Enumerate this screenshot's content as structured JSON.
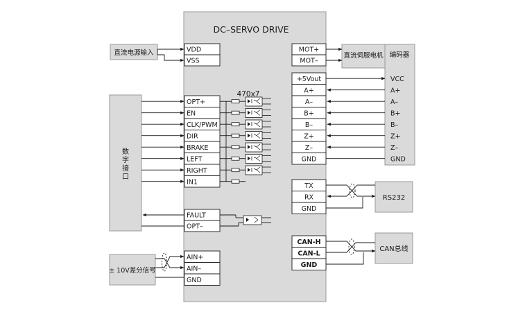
{
  "drive": {
    "title": "DC–SERVO DRIVE",
    "opto_label": "470x7"
  },
  "blocks": {
    "power_input": "直流电源输入",
    "digital_interface": "数字接口",
    "analog_input": "± 10V差分信号",
    "motor": "直流伺服电机",
    "encoder": "编码器",
    "rs232": "RS232",
    "can_bus": "CAN总线"
  },
  "terminals": {
    "power": [
      "VDD",
      "VSS"
    ],
    "inputs": [
      "OPT+",
      "EN",
      "CLK/PWM",
      "DIR",
      "BRAKE",
      "LEFT",
      "RIGHT",
      "IN1"
    ],
    "outputs": [
      "FAULT",
      "OPT–"
    ],
    "analog": [
      "AIN+",
      "AIN–",
      "GND"
    ],
    "motor": [
      "MOT+",
      "MOT–"
    ],
    "encoder_drive": [
      "+5Vout",
      "A+",
      "A–",
      "B+",
      "B–",
      "Z+",
      "Z–",
      "GND"
    ],
    "encoder_side": [
      "VCC",
      "A+",
      "A–",
      "B+",
      "B–",
      "Z+",
      "Z–",
      "GND"
    ],
    "serial": [
      "TX",
      "RX",
      "GND"
    ],
    "can": [
      "CAN-H",
      "CAN-L",
      "GND"
    ]
  },
  "colors": {
    "block_fill": "#dadada",
    "line": "#1a1a1a",
    "terminal_fill": "#ffffff"
  }
}
